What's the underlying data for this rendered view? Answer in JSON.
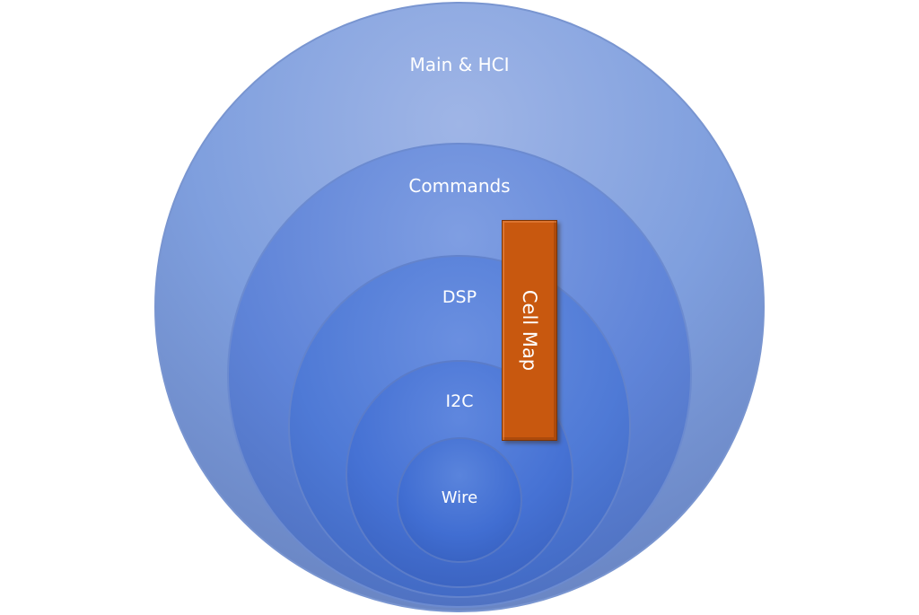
{
  "layers": [
    {
      "id": "main",
      "label": "Main & HCI"
    },
    {
      "id": "commands",
      "label": "Commands"
    },
    {
      "id": "dsp",
      "label": "DSP"
    },
    {
      "id": "i2c",
      "label": "I2C"
    },
    {
      "id": "wire",
      "label": "Wire"
    }
  ],
  "cross_cut": {
    "label": "Cell Map",
    "color": "#c8580f"
  },
  "colors": {
    "ring_outer": "#8fa9e0",
    "ring_inner": "#3f6fd1",
    "ring_stroke": "#6f8fcf",
    "text": "#ffffff"
  }
}
